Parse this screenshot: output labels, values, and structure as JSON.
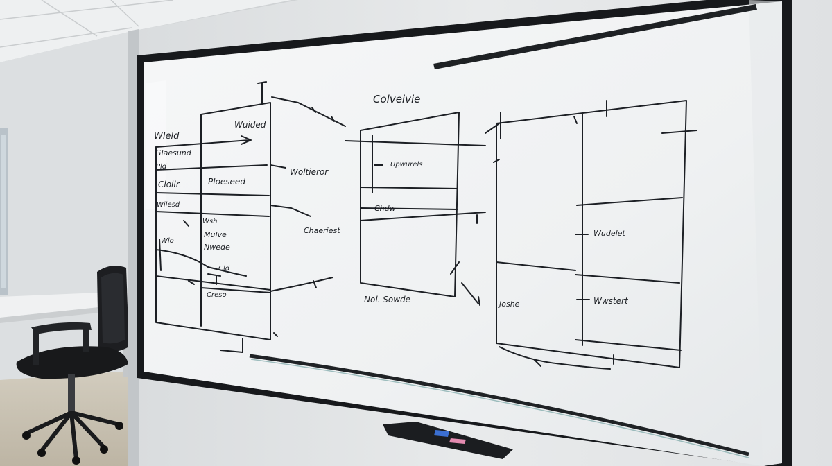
{
  "scene": {
    "subject": "whiteboard-with-diagram",
    "colors": {
      "wall": "#e4e6e7",
      "board": "#f3f4f5",
      "frame": "#16181b",
      "ink": "#1c1f24",
      "chair": "#1a1a1c",
      "desk": "#eeeff0",
      "floor": "#c9c2b3"
    }
  },
  "board_text": {
    "t1": "Wleld",
    "t2": "Glaesund",
    "t3": "Pld",
    "t4": "Cloilr",
    "t5": "Wilesd",
    "t6": "Wuided",
    "t7": "Ploeseed",
    "t8": "Woltieror",
    "t9": "Chaeriest",
    "t10": "Wsh",
    "t11": "Mulve",
    "t12": "Nwede",
    "t13": "Cld",
    "t14": "Wlo",
    "t15": "Creso",
    "t16": "Colveivie",
    "t17": "Upwurels",
    "t18": "Chdw",
    "t19": "Nol. Sowde",
    "t20": "Joshe",
    "t21": "Wudelet",
    "t22": "Wwstert"
  }
}
